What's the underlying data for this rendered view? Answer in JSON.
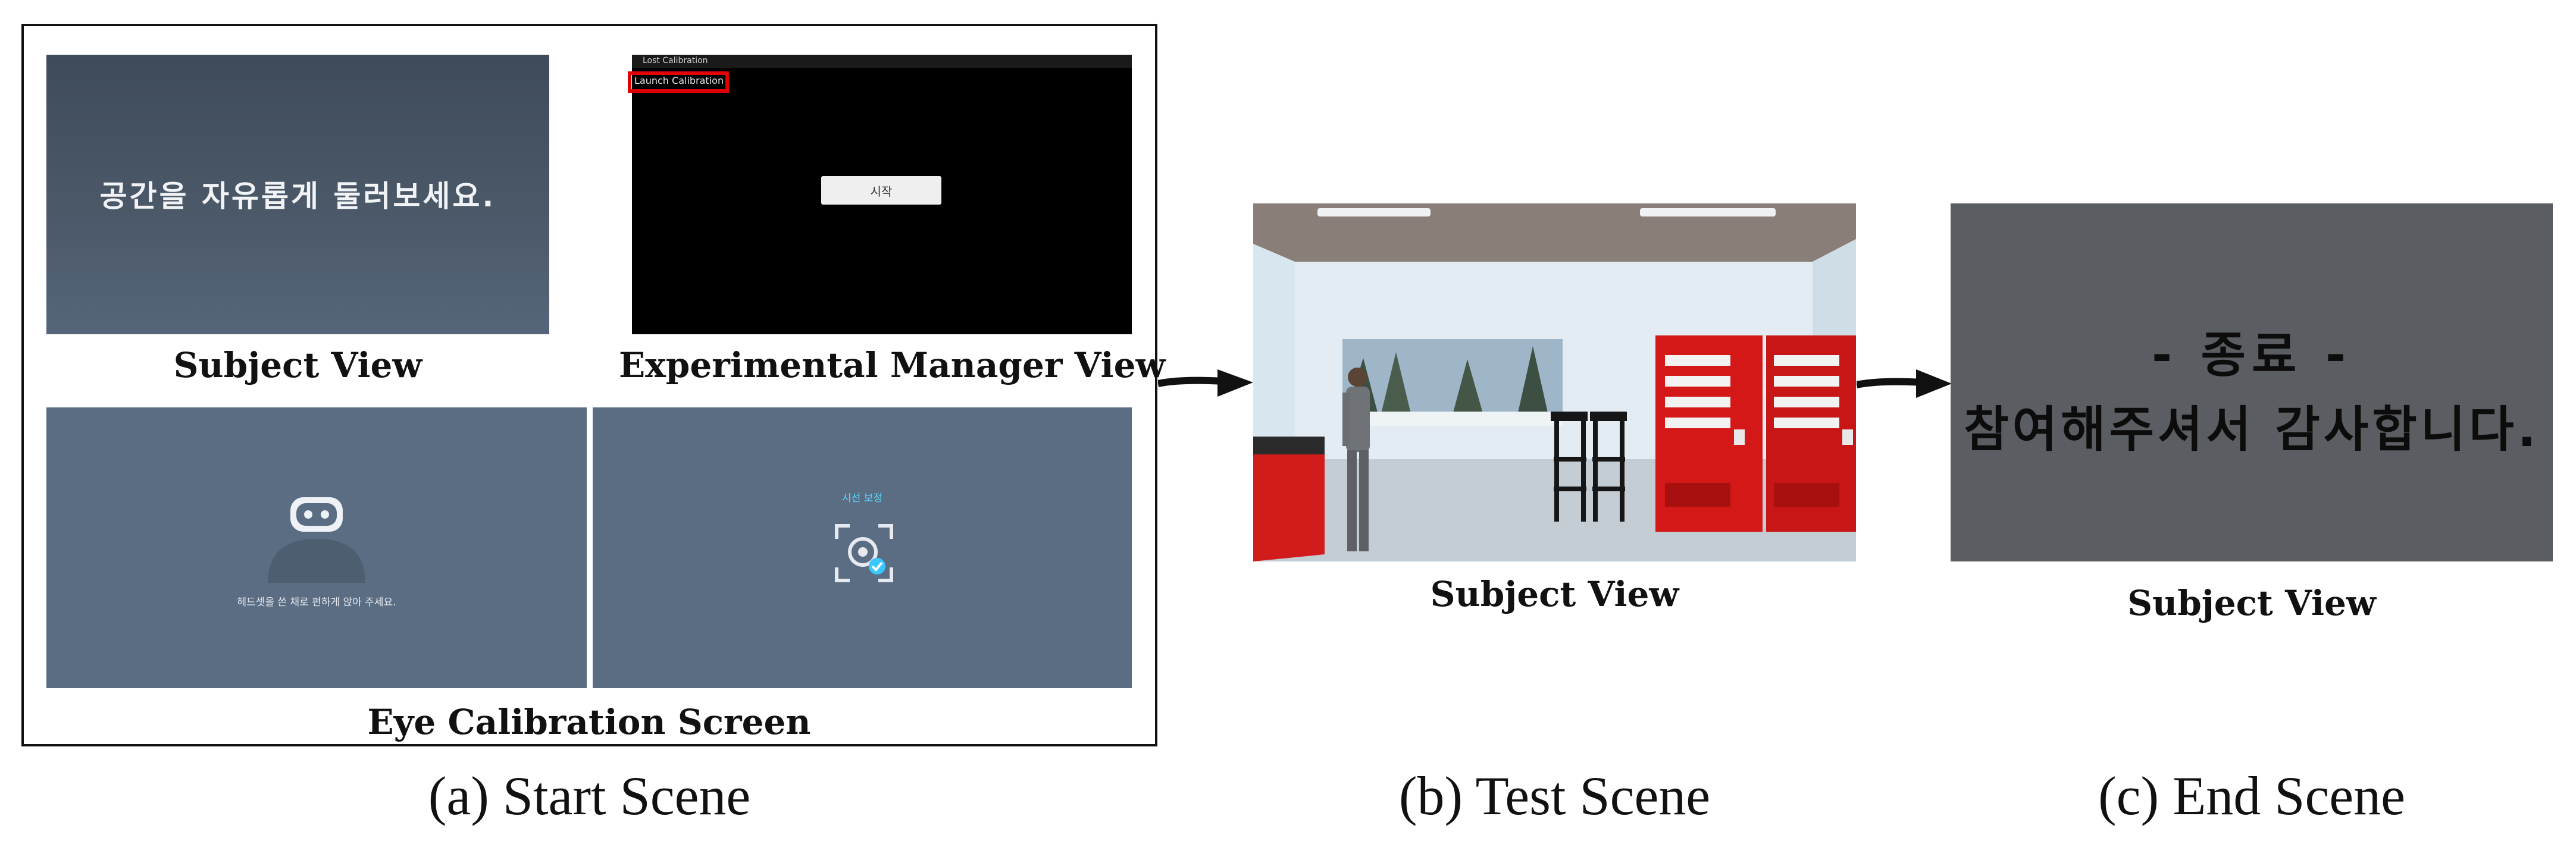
{
  "start_scene": {
    "caption": "(a) Start Scene",
    "subject_view": {
      "caption": "Subject View",
      "screen_text": "공간을 자유롭게 둘러보세요."
    },
    "manager_view": {
      "caption": "Experimental Manager View",
      "top_menu_text": "Lost Calibration",
      "highlighted_button_text": "Launch Calibration",
      "center_button_text": "시작"
    },
    "eye_calibration": {
      "caption": "Eye Calibration Screen",
      "panel1_text": "헤드셋을 쓴 채로 편하게 앉아 주세요.",
      "panel2_text": "시선 보정",
      "accent_color": "#5ad7ff"
    }
  },
  "test_scene": {
    "caption": "(b) Test Scene",
    "subject_view_caption": "Subject View"
  },
  "end_scene": {
    "caption": "(c) End Scene",
    "subject_view_caption": "Subject View",
    "line1": "- 종료 -",
    "line2": "참여해주셔서 감사합니다."
  },
  "colors": {
    "frame": "#111111",
    "highlight": "#e00000",
    "arrow": "#111111"
  }
}
